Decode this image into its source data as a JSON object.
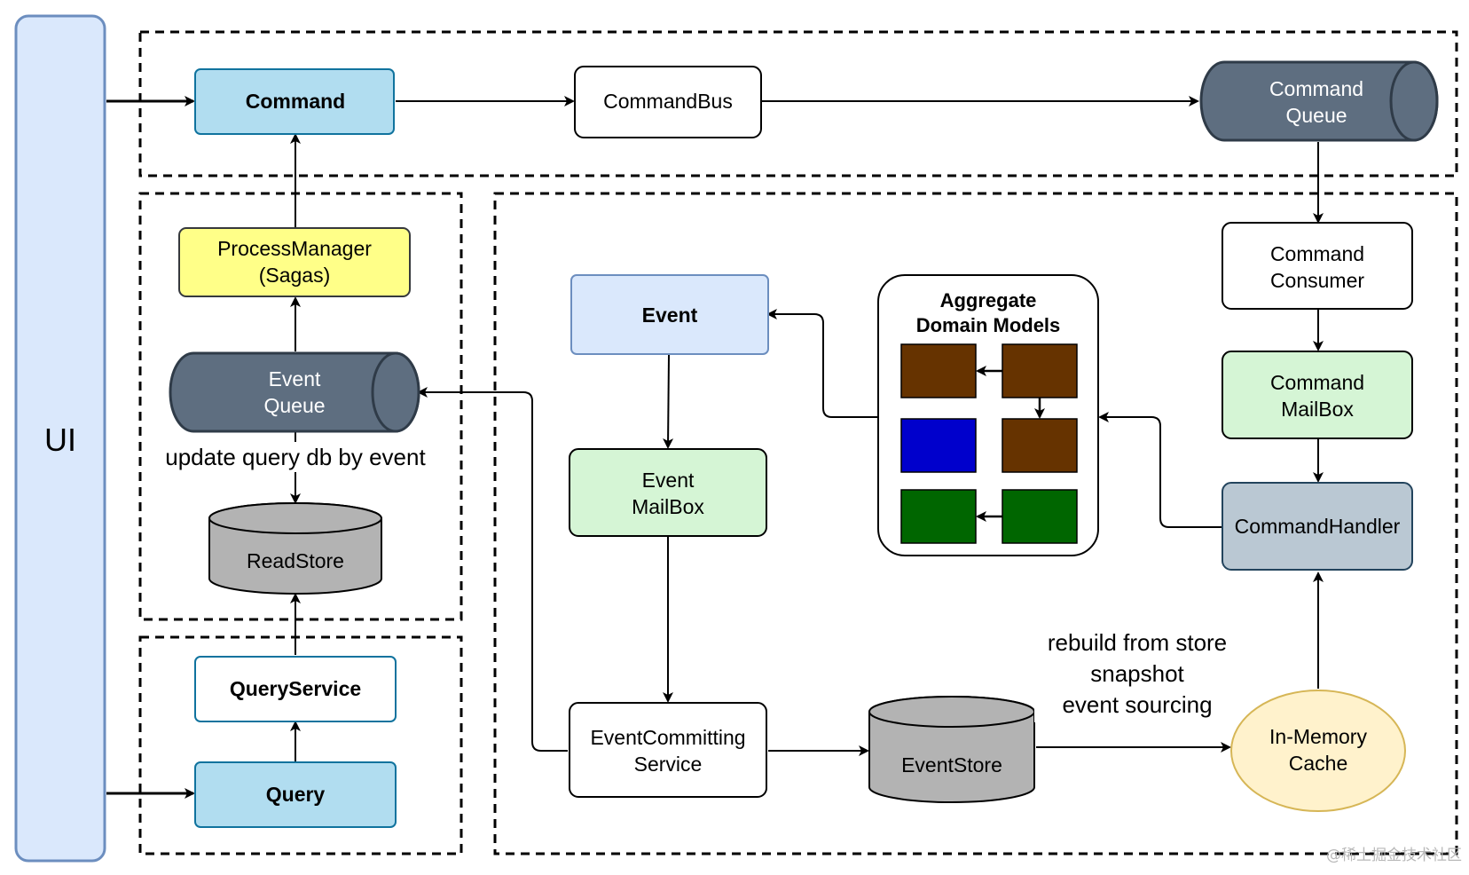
{
  "ui": {
    "label": "UI"
  },
  "command": {
    "label": "Command"
  },
  "command_bus": {
    "label": "CommandBus"
  },
  "command_queue": {
    "line1": "Command",
    "line2": "Queue"
  },
  "process_manager": {
    "line1": "ProcessManager",
    "line2": "(Sagas)"
  },
  "event_queue": {
    "line1": "Event",
    "line2": "Queue"
  },
  "update_caption": "update query db by event",
  "read_store": {
    "label": "ReadStore"
  },
  "query_service": {
    "label": "QueryService"
  },
  "query": {
    "label": "Query"
  },
  "event": {
    "label": "Event"
  },
  "event_mailbox": {
    "line1": "Event",
    "line2": "MailBox"
  },
  "event_committing": {
    "line1": "EventCommitting",
    "line2": "Service"
  },
  "event_store": {
    "label": "EventStore"
  },
  "aggregate": {
    "line1": "Aggregate",
    "line2": "Domain Models",
    "colors": {
      "brown": "#663300",
      "blue": "#0000cc",
      "green": "#006600"
    }
  },
  "command_consumer": {
    "line1": "Command",
    "line2": "Consumer"
  },
  "command_mailbox": {
    "line1": "Command",
    "line2": "MailBox"
  },
  "command_handler": {
    "label": "CommandHandler"
  },
  "in_memory_cache": {
    "line1": "In-Memory",
    "line2": "Cache"
  },
  "rebuild_note": {
    "line1": "rebuild from store",
    "line2": "snapshot",
    "line3": "event sourcing"
  },
  "watermark": "@稀土掘金技术社区",
  "colors": {
    "light_blue": "#b1ddf0",
    "light_blue_stroke": "#10739e",
    "slate": "#5e6e80",
    "yellow": "#ffff88",
    "green": "#d5f5d5",
    "pale_blue": "#dae8fc",
    "gray_blue": "#bac8d3",
    "cache": "#fff2cc",
    "cache_stroke": "#d6b656",
    "gray": "#b3b3b3"
  }
}
